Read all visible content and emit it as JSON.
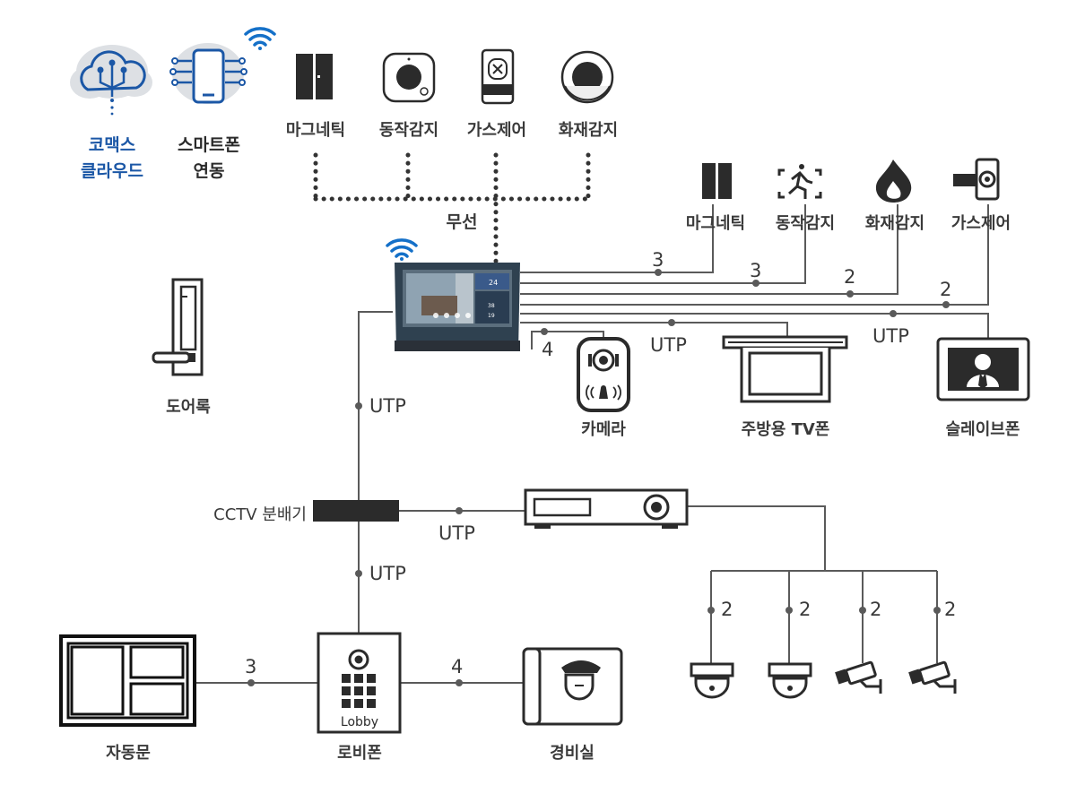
{
  "cloud": {
    "line1": "코맥스",
    "line2": "클라우드"
  },
  "smartphone": {
    "line1": "스마트폰",
    "line2": "연동"
  },
  "wireless_devices": [
    "마그네틱",
    "동작감지",
    "가스제어",
    "화재감지"
  ],
  "wireless_label": "무선",
  "wired_devices": [
    "마그네틱",
    "동작감지",
    "화재감지",
    "가스제어"
  ],
  "wired_counts": [
    "3",
    "3",
    "2",
    "2"
  ],
  "camera": {
    "label": "카메라",
    "count": "4"
  },
  "kitchen_tv": {
    "label": "주방용 TV폰",
    "cable": "UTP"
  },
  "slave_phone": {
    "label": "슬레이브폰",
    "cable": "UTP"
  },
  "door_lock": {
    "label": "도어록"
  },
  "monitor_link": {
    "cable": "UTP"
  },
  "cctv_splitter": {
    "label": "CCTV 분배기"
  },
  "nvr_link": {
    "cable": "UTP"
  },
  "lobby_link": {
    "cable": "UTP"
  },
  "cctv_counts": [
    "2",
    "2",
    "2",
    "2"
  ],
  "auto_door": {
    "label": "자동문",
    "count": "3"
  },
  "lobby_phone": {
    "label": "로비폰",
    "device_text": "Lobby"
  },
  "guard_room": {
    "label": "경비실",
    "count": "4"
  },
  "monitor_screen": {
    "temp": "24",
    "stat1": "38",
    "stat2": "19"
  },
  "colors": {
    "line": "#5a5a5a",
    "dark": "#2b2b2b",
    "blue": "#1b57a6",
    "wifi": "#1470c8"
  }
}
